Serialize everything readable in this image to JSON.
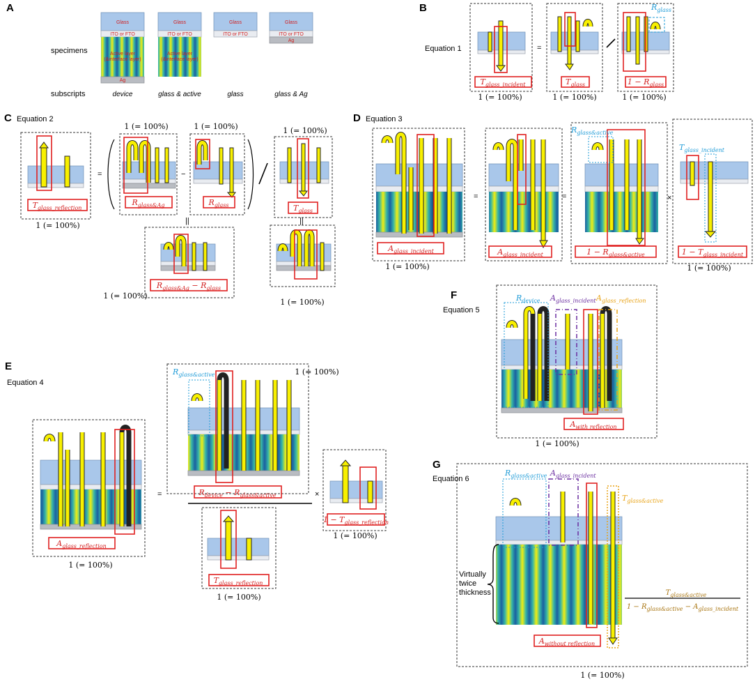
{
  "panels": {
    "A": {
      "letter": "A",
      "row_specimens": "specimens",
      "row_subscripts": "subscripts",
      "glass_label": "Glass",
      "ito_label": "ITO or FTO",
      "active_label_1": "Active layer",
      "active_label_2": "(&interface layer)",
      "ag_label": "Ag",
      "subscripts": [
        "device",
        "glass & active",
        "glass",
        "glass & Ag"
      ]
    },
    "B": {
      "letter": "B",
      "equation": "Equation 1",
      "labels": [
        "T",
        "T",
        "1 − R"
      ],
      "subs": [
        "glass_incident",
        "glass",
        "glass"
      ],
      "r_glass": "R",
      "r_glass_sub": "glass",
      "one": "1 (= 100%)",
      "eq_sign": "="
    },
    "C": {
      "letter": "C",
      "equation": "Equation 2",
      "one": "1 (= 100%)",
      "eq_sign": "=",
      "minus": "−",
      "double_eq": "||",
      "t_refl": "T",
      "t_refl_sub": "glass_reflection",
      "r_ag": "R",
      "r_ag_sub": "glass&Ag",
      "r_glass": "R",
      "r_glass_sub": "glass",
      "t_glass": "T",
      "t_glass_sub": "glass",
      "diff_a": "R",
      "diff_a_sub": "glass&Ag",
      "diff_mid": " − R",
      "diff_b_sub": "glass"
    },
    "D": {
      "letter": "D",
      "equation": "Equation 3",
      "one": "1 (= 100%)",
      "eq_sign": "=",
      "times": "×",
      "a_inc": "A",
      "a_inc_sub": "glass_incident",
      "one_minus_r": "1 − R",
      "r_ga_sub": "glass&active",
      "one_minus_t": "1 − T",
      "t_gi_sub": "glass_incident",
      "r_ga_cyan": "R",
      "t_gi_cyan": "T"
    },
    "E": {
      "letter": "E",
      "equation": "Equation 4",
      "one": "1 (= 100%)",
      "eq_sign": "=",
      "times": "×",
      "a_refl": "A",
      "a_refl_sub": "glass_reflection",
      "r_ga_cyan": "R",
      "r_ga_sub": "glass&active",
      "num_a": "R",
      "num_a_sub": "device",
      "num_mid": " − R",
      "num_b_sub": "glass&active",
      "den": "T",
      "den_sub": "glass_reflection",
      "right": "1 − T",
      "right_sub": "glass_reflection"
    },
    "F": {
      "letter": "F",
      "equation": "Equation 5",
      "one": "1 (= 100%)",
      "r_dev": "R",
      "r_dev_sub": "device",
      "a_gi": "A",
      "a_gi_sub": "glass_incident",
      "a_gr": "A",
      "a_gr_sub": "glass_reflection",
      "a_with": "A",
      "a_with_sub": "with reflection"
    },
    "G": {
      "letter": "G",
      "equation": "Equation 6",
      "one": "1 (= 100%)",
      "r_ga": "R",
      "r_ga_sub": "glass&active",
      "a_gi": "A",
      "a_gi_sub": "glass_incident",
      "t_ga": "T",
      "t_ga_sub": "glass&active",
      "twice_1": "Virtually",
      "twice_2": "twice",
      "twice_3": "thickness",
      "a_without": "A",
      "a_without_sub": "without reflection",
      "frac_num": "T",
      "frac_num_sub": "glass&active",
      "frac_den_1": "1 − R",
      "frac_den_1_sub": "glass&active",
      "frac_den_2": " − A",
      "frac_den_2_sub": "glass_incident"
    }
  },
  "colors": {
    "glass": "#a9c7ea",
    "beam": "#f8f000",
    "red": "#e02020",
    "cyan": "#1e9bd7",
    "purple": "#6b2fa0",
    "orange": "#e8a317"
  }
}
